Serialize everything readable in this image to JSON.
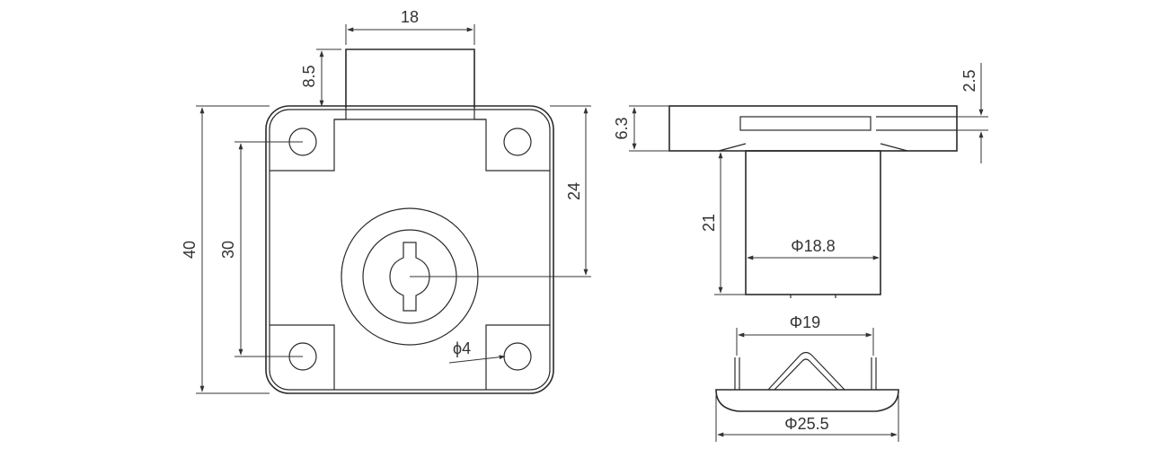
{
  "front_view": {
    "dim_top_width": "18",
    "dim_top_height": "8.5",
    "dim_overall_height": "40",
    "dim_hole_spacing": "30",
    "dim_cylinder_offset": "24",
    "dim_hole_diameter": "ϕ4"
  },
  "side_view": {
    "dim_plate_thickness": "6.3",
    "dim_slot": "2.5",
    "dim_body_length": "21",
    "dim_body_diameter": "Φ18.8"
  },
  "bottom_view": {
    "dim_inner_diameter": "Φ19",
    "dim_outer_diameter": "Φ25.5"
  },
  "colors": {
    "line": "#2a2a2a",
    "background": "#ffffff"
  }
}
